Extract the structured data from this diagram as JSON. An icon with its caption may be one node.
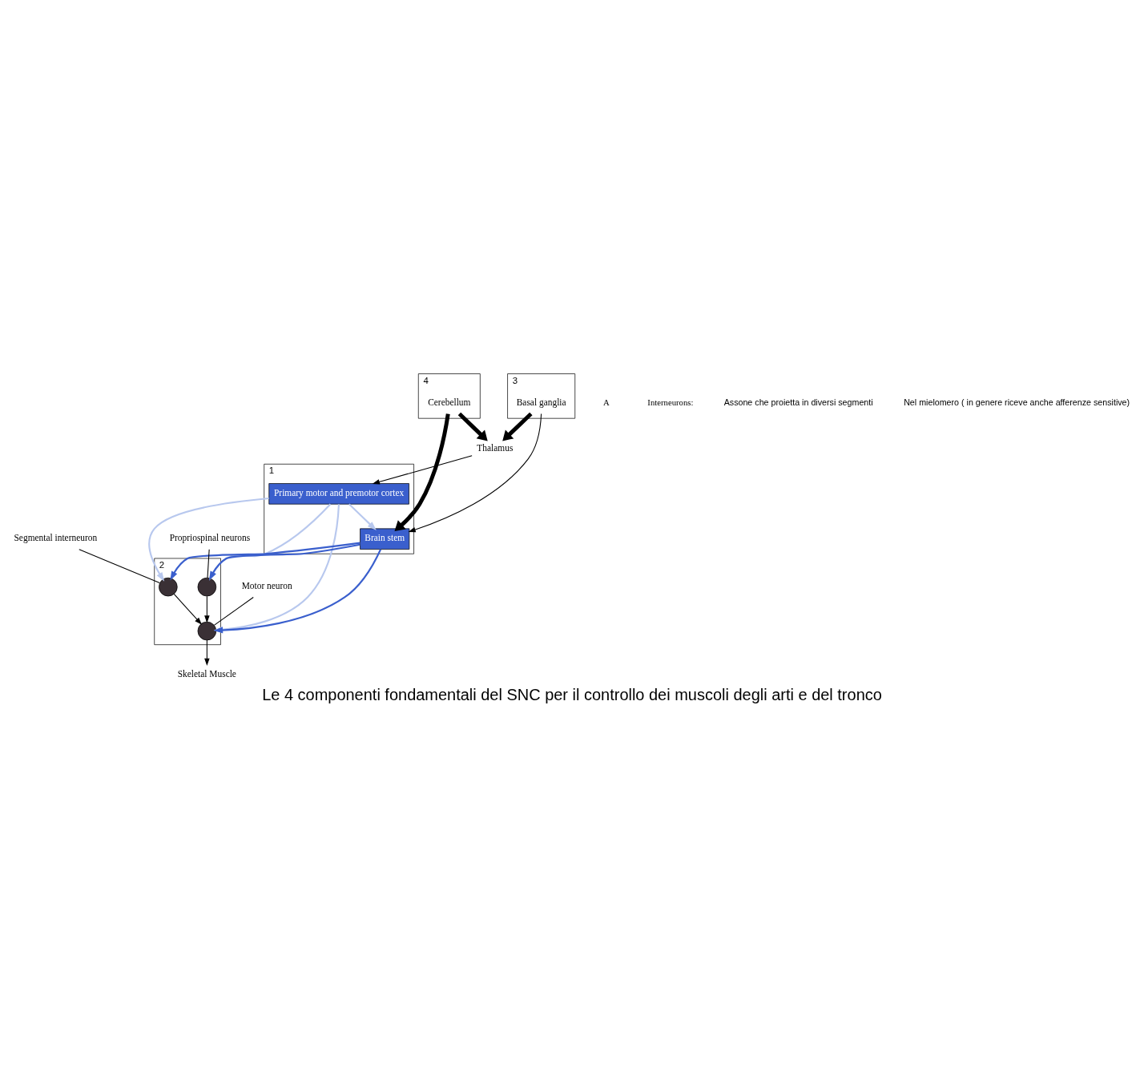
{
  "diagram": {
    "caption": "Le 4 componenti fondamentali del SNC per il controllo dei muscoli degli arti e del tronco",
    "nodes": [
      {
        "text": [
          "1"
        ]
      },
      {
        "text": [
          "Primary motor and premotor cortex"
        ],
        "in": 0
      },
      {
        "text": [
          "Brain stem"
        ],
        "in": 0
      },
      {
        "text": [
          "3"
        ]
      },
      {
        "text": [
          "Basal ganglia"
        ],
        "in": 3
      },
      {
        "text": [
          "Thalamus"
        ]
      },
      {
        "text": [
          "4"
        ]
      },
      {
        "text": [
          "Cerebellum"
        ],
        "in": 6
      },
      {
        "text": [
          "2"
        ]
      },
      {
        "text": [],
        "shape": "circle",
        "in": 8
      },
      {
        "text": [],
        "shape": "circle",
        "in": 8
      },
      {
        "text": [],
        "shape": "circle",
        "in": 8
      },
      {
        "text": [
          "Skeletal Muscle"
        ]
      },
      {
        "text": [
          "Propriospinal neurons"
        ]
      },
      {
        "text": [
          "Segmental interneuron"
        ]
      },
      {
        "text": [
          "Motor neuron"
        ]
      }
    ],
    "edges": [
      {
        "from": 4,
        "to": 5,
        "arrow": "to",
        "style": "thick"
      },
      {
        "from": 7,
        "to": 5,
        "arrow": "to",
        "style": "thick"
      },
      {
        "from": 5,
        "to": 1,
        "arrow": "to"
      },
      {
        "from": 4,
        "to": 2,
        "arrow": "to"
      },
      {
        "from": 7,
        "to": 2,
        "arrow": "to",
        "style": "thick"
      },
      {
        "from": 1,
        "to": 2,
        "arrow": "to",
        "color": "#b8c8ee"
      },
      {
        "from": 1,
        "to": 9,
        "arrow": "to",
        "color": "#b8c8ee"
      },
      {
        "from": 1,
        "to": 10,
        "arrow": "to",
        "color": "#b8c8ee"
      },
      {
        "from": 1,
        "to": 11,
        "arrow": "to",
        "color": "#b8c8ee"
      },
      {
        "from": 2,
        "to": 9,
        "arrow": "to",
        "color": "#3a5fcd"
      },
      {
        "from": 2,
        "to": 10,
        "arrow": "to",
        "color": "#3a5fcd"
      },
      {
        "from": 2,
        "to": 11,
        "arrow": "to",
        "color": "#3a5fcd"
      },
      {
        "from": 9,
        "to": 11,
        "arrow": "to"
      },
      {
        "from": 10,
        "to": 11,
        "arrow": "to"
      },
      {
        "from": 11,
        "to": 12,
        "arrow": "to"
      },
      {
        "from": 13,
        "to": 9,
        "arrow": "none"
      },
      {
        "from": 14,
        "to": 10,
        "arrow": "none"
      },
      {
        "from": 15,
        "to": 11,
        "arrow": "none"
      }
    ],
    "labels": [
      "A",
      "Interneurons:",
      "Assone che proietta in diversi segmenti",
      "Nel mielomero ( in genere riceve anche afferenze sensitive)"
    ]
  }
}
